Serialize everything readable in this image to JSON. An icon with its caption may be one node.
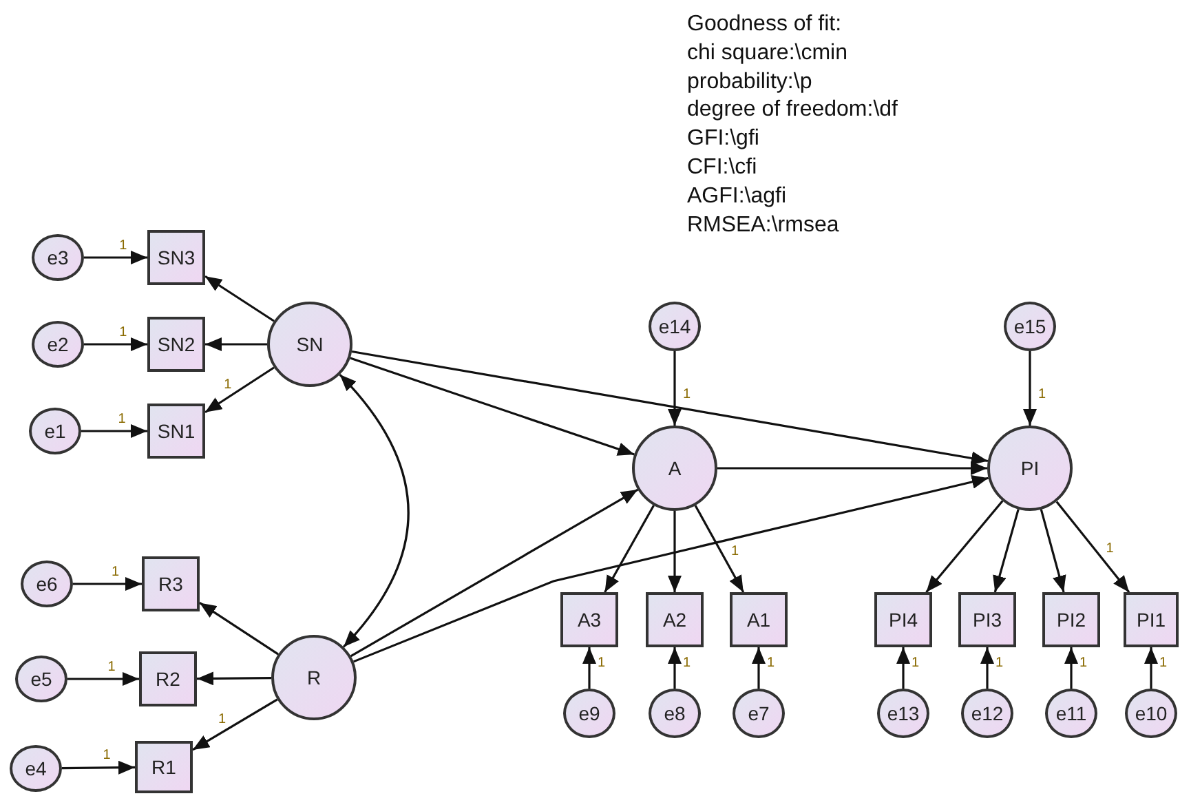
{
  "diagram": {
    "nodes": [
      {
        "text": [
          "e3"
        ]
      },
      {
        "text": [
          "SN3"
        ]
      },
      {
        "text": [
          "e2"
        ]
      },
      {
        "text": [
          "SN2"
        ]
      },
      {
        "text": [
          "e1"
        ]
      },
      {
        "text": [
          "SN1"
        ]
      },
      {
        "text": [
          "SN"
        ]
      },
      {
        "text": [
          "e14"
        ]
      },
      {
        "text": [
          "A"
        ]
      },
      {
        "text": [
          "e15"
        ]
      },
      {
        "text": [
          "PI"
        ]
      },
      {
        "text": [
          "e6"
        ]
      },
      {
        "text": [
          "R3"
        ]
      },
      {
        "text": [
          "e5"
        ]
      },
      {
        "text": [
          "R2"
        ]
      },
      {
        "text": [
          "e4"
        ]
      },
      {
        "text": [
          "R1"
        ]
      },
      {
        "text": [
          "R"
        ]
      },
      {
        "text": [
          "A3"
        ]
      },
      {
        "text": [
          "A2"
        ]
      },
      {
        "text": [
          "A1"
        ]
      },
      {
        "text": [
          "PI4"
        ]
      },
      {
        "text": [
          "PI3"
        ]
      },
      {
        "text": [
          "PI2"
        ]
      },
      {
        "text": [
          "PI1"
        ]
      },
      {
        "text": [
          "e9"
        ]
      },
      {
        "text": [
          "e8"
        ]
      },
      {
        "text": [
          "e7"
        ]
      },
      {
        "text": [
          "e13"
        ]
      },
      {
        "text": [
          "e12"
        ]
      },
      {
        "text": [
          "e11"
        ]
      },
      {
        "text": [
          "e10"
        ]
      }
    ],
    "edges": [
      {
        "from": 0,
        "to": 1,
        "arrow": "to",
        "label": "1"
      },
      {
        "from": 2,
        "to": 3,
        "arrow": "to",
        "label": "1"
      },
      {
        "from": 4,
        "to": 5,
        "arrow": "to",
        "label": "1"
      },
      {
        "from": 6,
        "to": 1,
        "arrow": "to"
      },
      {
        "from": 6,
        "to": 3,
        "arrow": "to"
      },
      {
        "from": 6,
        "to": 5,
        "arrow": "to",
        "label": "1"
      },
      {
        "from": 11,
        "to": 12,
        "arrow": "to",
        "label": "1"
      },
      {
        "from": 13,
        "to": 14,
        "arrow": "to",
        "label": "1"
      },
      {
        "from": 15,
        "to": 16,
        "arrow": "to",
        "label": "1"
      },
      {
        "from": 17,
        "to": 12,
        "arrow": "to"
      },
      {
        "from": 17,
        "to": 14,
        "arrow": "to"
      },
      {
        "from": 17,
        "to": 16,
        "arrow": "to",
        "label": "1"
      },
      {
        "from": 6,
        "to": 17,
        "arrow": "both"
      },
      {
        "from": 6,
        "to": 8,
        "arrow": "to"
      },
      {
        "from": 6,
        "to": 10,
        "arrow": "to"
      },
      {
        "from": 17,
        "to": 8,
        "arrow": "to"
      },
      {
        "from": 17,
        "to": 10,
        "arrow": "to"
      },
      {
        "from": 8,
        "to": 10,
        "arrow": "to"
      },
      {
        "from": 7,
        "to": 8,
        "arrow": "to",
        "label": "1"
      },
      {
        "from": 9,
        "to": 10,
        "arrow": "to",
        "label": "1"
      },
      {
        "from": 8,
        "to": 18,
        "arrow": "to"
      },
      {
        "from": 8,
        "to": 19,
        "arrow": "to"
      },
      {
        "from": 8,
        "to": 20,
        "arrow": "to",
        "label": "1"
      },
      {
        "from": 10,
        "to": 21,
        "arrow": "to"
      },
      {
        "from": 10,
        "to": 22,
        "arrow": "to"
      },
      {
        "from": 10,
        "to": 23,
        "arrow": "to"
      },
      {
        "from": 10,
        "to": 24,
        "arrow": "to",
        "label": "1"
      },
      {
        "from": 25,
        "to": 18,
        "arrow": "to",
        "label": "1"
      },
      {
        "from": 26,
        "to": 19,
        "arrow": "to",
        "label": "1"
      },
      {
        "from": 27,
        "to": 20,
        "arrow": "to",
        "label": "1"
      },
      {
        "from": 28,
        "to": 21,
        "arrow": "to",
        "label": "1"
      },
      {
        "from": 29,
        "to": 22,
        "arrow": "to",
        "label": "1"
      },
      {
        "from": 30,
        "to": 23,
        "arrow": "to",
        "label": "1"
      },
      {
        "from": 31,
        "to": 24,
        "arrow": "to",
        "label": "1"
      }
    ],
    "labels": [
      "Goodness of fit:",
      "chi square:\\cmin",
      "probability:\\p",
      "degree of freedom:\\df",
      "GFI:\\gfi",
      "CFI:\\cfi",
      "AGFI:\\agfi",
      "RMSEA:\\rmsea"
    ]
  }
}
